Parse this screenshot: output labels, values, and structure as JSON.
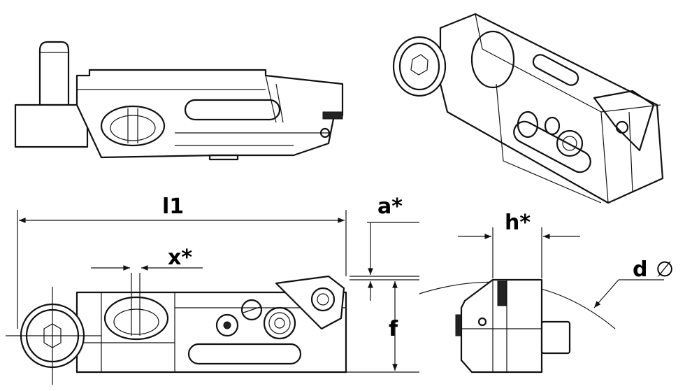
{
  "title": "Grooving tool holder cartridge – technical drawing",
  "dimensions": {
    "length": "l1",
    "a": "a*",
    "x": "x*",
    "f": "f",
    "h": "h*",
    "d": "d",
    "diameter_symbol": "∅"
  },
  "colors": {
    "line": "#111111",
    "background": "#ffffff"
  }
}
